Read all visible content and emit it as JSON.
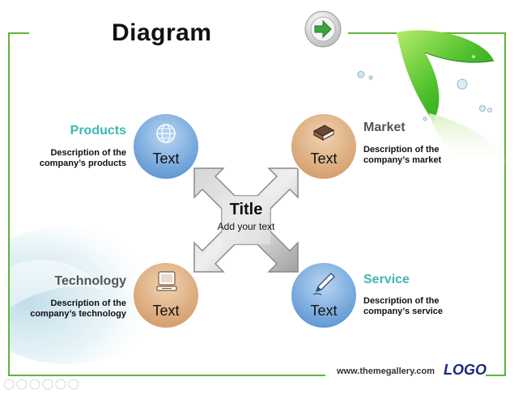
{
  "slide": {
    "title": "Diagram",
    "center": {
      "title": "Title",
      "subtitle": "Add your text"
    },
    "nodes": [
      {
        "name": "Products",
        "circle_text": "Text",
        "desc_line1": "Description of the",
        "desc_line2": "company’s products",
        "icon": "globe-icon",
        "circle_color": "#6fa6dc",
        "label_color": "#3fb8b0"
      },
      {
        "name": "Market",
        "circle_text": "Text",
        "desc_line1": "Description of the",
        "desc_line2": "company’s market",
        "icon": "book-icon",
        "circle_color": "#dba877",
        "label_color": "#555555"
      },
      {
        "name": "Technology",
        "circle_text": "Text",
        "desc_line1": "Description of the",
        "desc_line2": "company’s technology",
        "icon": "computer-icon",
        "circle_color": "#dba877",
        "label_color": "#555555"
      },
      {
        "name": "Service",
        "circle_text": "Text",
        "desc_line1": "Description of the",
        "desc_line2": "company’s service",
        "icon": "pen-icon",
        "circle_color": "#6fa6dc",
        "label_color": "#3fb8b0"
      }
    ],
    "footer": {
      "url": "www.themegallery.com",
      "logo": "LOGO"
    },
    "nav_button": {
      "icon": "arrow-right-icon",
      "color": "#3ca63c"
    },
    "accent_color": "#5fb43a"
  }
}
